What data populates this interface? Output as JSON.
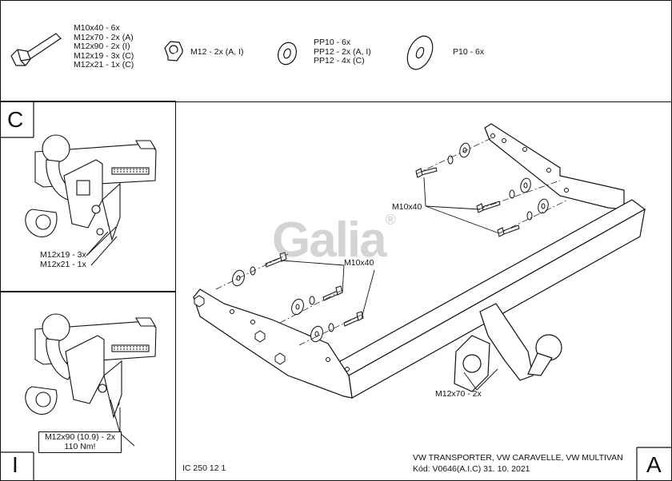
{
  "hardware": {
    "bolt_lines": [
      "M10x40 - 6x",
      "M12x70 - 2x (A)",
      "M12x90 - 2x (I)",
      "M12x19 - 3x (C)",
      "M12x21 - 1x (C)"
    ],
    "nut_label": "M12 - 2x (A, I)",
    "washer_lines": [
      "PP10 - 6x",
      "PP12 - 2x (A, I)",
      "PP12 - 4x (C)"
    ],
    "flat_washer_label": "P10 - 6x"
  },
  "panel_c": {
    "letter": "C",
    "callout_1": "M12x19 - 3x",
    "callout_2": "M12x21 - 1x"
  },
  "panel_i": {
    "letter": "I",
    "callout_1": "M12x90 (10.9) - 2x",
    "callout_2": "110 Nm!"
  },
  "panel_a": {
    "letter": "A",
    "callout_top": "M10x40",
    "callout_mid": "M10x40",
    "callout_bottom": "M12x70 - 2x",
    "watermark": "Galia",
    "registered": "®"
  },
  "footer": {
    "doc_code": "IC 250 12 1",
    "vehicle": "VW TRANSPORTER, VW CARAVELLE, VW MULTIVAN",
    "code_date": "Kód: V0646(A.I.C)  31. 10. 2021"
  }
}
